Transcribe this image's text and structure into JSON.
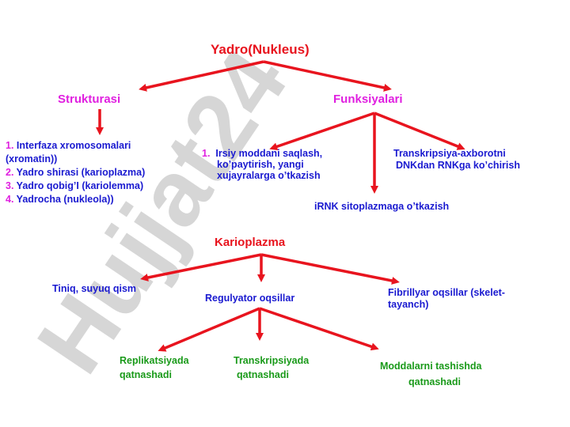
{
  "title": "Yadro(Nukleus)",
  "watermark": "Hujjat24",
  "structure": {
    "heading": "Strukturasi",
    "items": [
      {
        "num": "1.",
        "text": " Interfaza xromosomalari"
      },
      {
        "num": "",
        "text": "(xromatin))"
      },
      {
        "num": "2.",
        "text": " Yadro shirasi (karioplazma)"
      },
      {
        "num": "3.",
        "text": " Yadro qobig’I (kariolemma)"
      },
      {
        "num": "4.",
        "text": " Yadrocha (nukleola))"
      }
    ]
  },
  "functions": {
    "heading": "Funksiyalari",
    "f1": {
      "num": "1.",
      "line1": "Irsiy moddani saqlash,",
      "line2": "ko’paytirish, yangi",
      "line3": "xujayralarga o’tkazish"
    },
    "f2": {
      "line1": "Transkripsiya-axborotni",
      "line2": "DNKdan RNKga ko’chirish"
    },
    "f3": "iRNK sitoplazmaga o’tkazish"
  },
  "karioplazma": {
    "heading": "Karioplazma",
    "clear": "Tiniq, suyuq qism",
    "regulatory": "Regulyator oqsillar",
    "fibrillar": {
      "line1": "Fibrillyar oqsillar (skelet-",
      "line2": "tayanch)"
    }
  },
  "roles": {
    "replication": {
      "line1": "Replikatsiyada",
      "line2": "qatnashadi"
    },
    "transcription": {
      "line1": "Transkripsiyada",
      "line2": "qatnashadi"
    },
    "transport": {
      "line1": "Moddalarni tashishda",
      "line2": "qatnashadi"
    }
  },
  "colors": {
    "arrow": "#e8141e",
    "watermark": "#c8c8c8"
  }
}
